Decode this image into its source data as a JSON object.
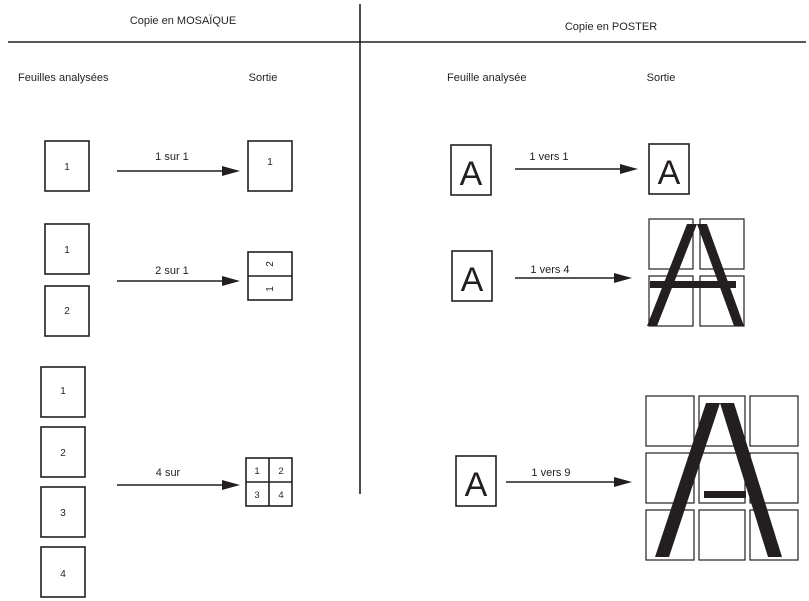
{
  "mosaic": {
    "title": "Copie en MOSAÏQUE",
    "col_input": "Feuilles analysées",
    "col_output": "Sortie",
    "rows": [
      {
        "arrow_label": "1 sur 1",
        "inputs": [
          "1"
        ],
        "output": [
          "1"
        ]
      },
      {
        "arrow_label": "2 sur 1",
        "inputs": [
          "1",
          "2"
        ],
        "output": [
          "2",
          "1"
        ]
      },
      {
        "arrow_label": "4 sur",
        "inputs": [
          "1",
          "2",
          "3",
          "4"
        ],
        "output": [
          "1",
          "2",
          "3",
          "4"
        ]
      }
    ]
  },
  "poster": {
    "title": "Copie en POSTER",
    "col_input": "Feuille analysée",
    "col_output": "Sortie",
    "letter": "A",
    "rows": [
      {
        "arrow_label": "1 vers 1",
        "input": "A",
        "output": "A"
      },
      {
        "arrow_label": "1 vers 4",
        "input": "A"
      },
      {
        "arrow_label": "1 vers 9",
        "input": "A"
      }
    ]
  }
}
